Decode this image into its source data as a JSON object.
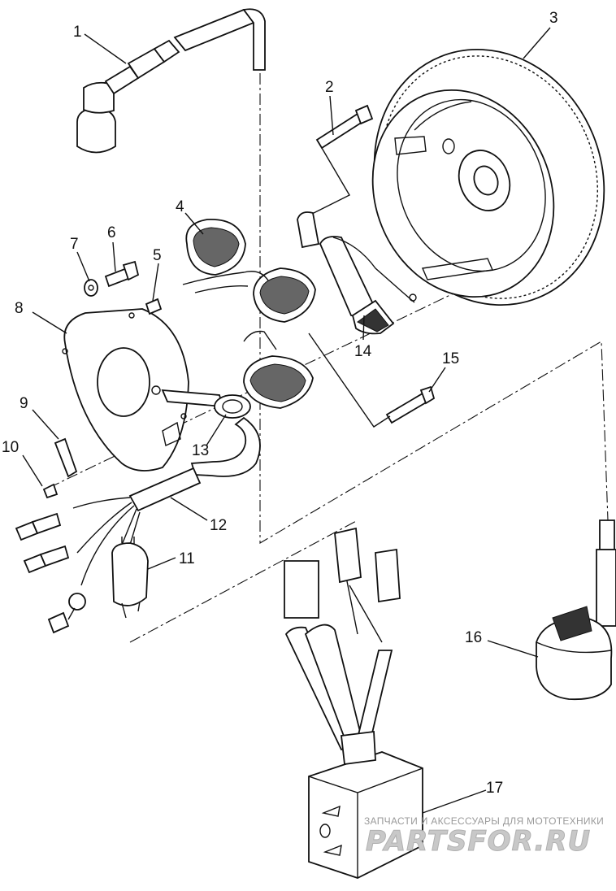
{
  "callouts": {
    "c1": "1",
    "c2": "2",
    "c3": "3",
    "c4": "4",
    "c5": "5",
    "c6": "6",
    "c7": "7",
    "c8": "8",
    "c9": "9",
    "c10": "10",
    "c11": "11",
    "c12": "12",
    "c13": "13",
    "c14": "14",
    "c15": "15",
    "c16": "16",
    "c17": "17"
  },
  "watermark": {
    "tagline": "ЗАПЧАСТИ И АКСЕССУАРЫ ДЛЯ МОТОТЕХНИКИ",
    "logo": "PARTSFOR.RU"
  }
}
